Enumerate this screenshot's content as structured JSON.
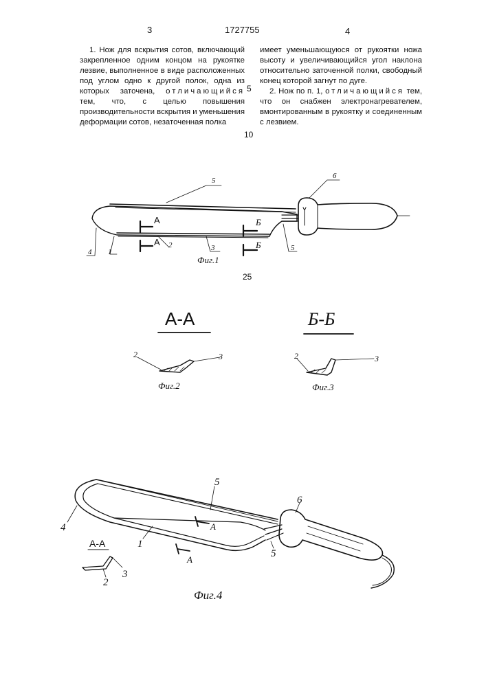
{
  "header": {
    "page_left": "3",
    "patent_number": "1727755",
    "page_right": "4"
  },
  "text": {
    "left_column": {
      "part1": "1. Нож для вскрытия сотов, включающий закрепленное одним концом на рукоятке лезвие, выполненное в виде расположенных под углом одно к другой полок, одна из которых заточена, ",
      "spaced1": "отличающийся",
      "part2": " тем, что, с целью повышения производительности вскрытия и уменьшения деформации сотов, незаточенная полка"
    },
    "right_column": {
      "claim1_end": "имеет уменьшающуюся от рукоятки ножа высоту и увеличивающийся угол наклона относительно заточенной полки, свободный конец которой загнут по дуге.",
      "claim2_start": "2. Нож по п. 1, ",
      "spaced2": "отличающийся",
      "claim2_end": " тем, что он снабжен электронагревателем, вмонтированным в рукоятку и соединенным с лезвием."
    },
    "margin_numbers": {
      "n5": "5",
      "n10": "10",
      "n25": "25"
    }
  },
  "figure1": {
    "caption": "Фиг.1",
    "labels": {
      "l4": "4",
      "l1": "1",
      "l2": "2",
      "l3": "3",
      "l5_top": "5",
      "l5_bottom": "5",
      "l6": "6"
    },
    "section_a": "А",
    "section_b": "Б"
  },
  "figure2": {
    "section_title": "А-А",
    "caption": "Фиг.2",
    "label_2": "2",
    "label_3": "3"
  },
  "figure3": {
    "section_title": "Б-Б",
    "caption": "Фиг.3",
    "label_2": "2",
    "label_3": "3"
  },
  "figure4": {
    "caption": "Фиг.4",
    "section_title": "А-А",
    "section_a": "А",
    "labels": {
      "l4": "4",
      "l1": "1",
      "l5_top": "5",
      "l5_bottom": "5",
      "l6": "6",
      "inset_2": "2",
      "inset_3": "3"
    }
  },
  "colors": {
    "ink": "#111111",
    "paper": "#ffffff"
  }
}
